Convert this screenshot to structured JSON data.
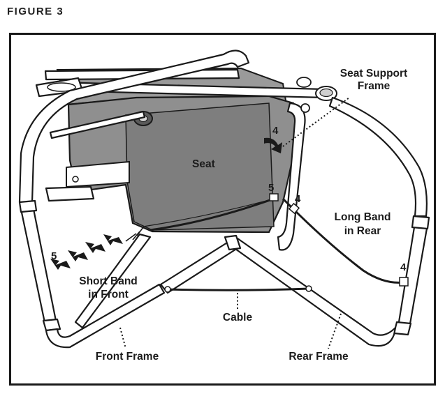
{
  "figure_label": "FIGURE 3",
  "labels": {
    "seat": "Seat",
    "seat_support_line1": "Seat Support",
    "seat_support_line2": "Frame",
    "long_band_line1": "Long Band",
    "long_band_line2": "in Rear",
    "short_band_line1": "Short Band",
    "short_band_line2": "in Front",
    "cable": "Cable",
    "front_frame": "Front Frame",
    "rear_frame": "Rear Frame"
  },
  "step_numbers": {
    "seat_side_4": "4",
    "band_top_5": "5",
    "band_clip_4": "4",
    "rear_end_4": "4",
    "front_end_5": "5"
  },
  "colors": {
    "seat_fabric": "#8f8f8f",
    "seat_dark": "#6f6f6f",
    "outline": "#1a1a1a",
    "background": "#ffffff"
  }
}
